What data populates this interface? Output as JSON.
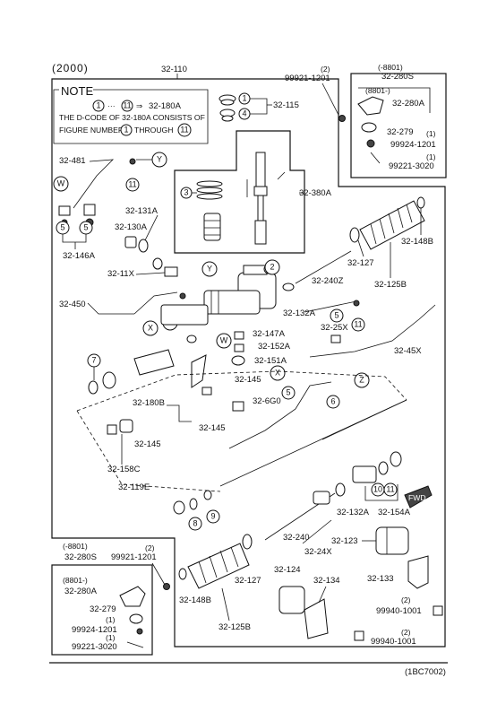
{
  "year_code": "(2000)",
  "figure_code": "(1BC7002)",
  "note": {
    "title": "NOTE",
    "line1_from": "1",
    "line1_to": "11",
    "line1_target": "32-180A",
    "line2": "THE D-CODE OF 32-180A CONSISTS OF",
    "line3_prefix": "FIGURE NUMBERS",
    "line3_mid": "THROUGH",
    "line3_start": "1",
    "line3_end": "11"
  },
  "labels": {
    "p32_110": "32-110",
    "p32_115": "32-115",
    "p32_380A": "32-380A",
    "p32_481": "32-481",
    "p32_131A": "32-131A",
    "p32_130A": "32-130A",
    "p32_146A": "32-146A",
    "p32_11X": "32-11X",
    "p32_450": "32-450",
    "p32_240Z": "32-240Z",
    "p32_132A_top": "32-132A",
    "p32_25X": "32-25X",
    "p32_147A": "32-147A",
    "p32_152A": "32-152A",
    "p32_151A": "32-151A",
    "p32_45X": "32-45X",
    "p32_145_a": "32-145",
    "p32_180B": "32-180B",
    "p32_6G0": "32-6G0",
    "p32_145_b": "32-145",
    "p32_145_c": "32-145",
    "p32_158C": "32-158C",
    "p32_119E": "32-119E",
    "p32_127_top": "32-127",
    "p32_125B_top": "32-125B",
    "p32_148B_top": "32-148B",
    "p32_132A_low": "32-132A",
    "p32_154A": "32-154A",
    "p32_240": "32-240",
    "p32_24X": "32-24X",
    "p32_123": "32-123",
    "p32_133": "32-133",
    "p32_124": "32-124",
    "p32_134": "32-134",
    "p32_127_low": "32-127",
    "p32_148B_low": "32-148B",
    "p32_125B_low": "32-125B",
    "p99940_1001_a": "99940-1001",
    "p99940_1001_b": "99940-1001",
    "qty_2_a": "(2)",
    "qty_2_b": "(2)",
    "fwd": "FWD"
  },
  "top_right_box": {
    "range": "(-8801)",
    "part": "32-280S",
    "inner_range": "(8801-)",
    "inner_part": "32-280A",
    "p32_279": "32-279",
    "qty1": "(1)",
    "p99924": "99924-1201",
    "qty2": "(1)",
    "p99221": "99221-3020",
    "ext_qty": "(2)",
    "ext_part": "99921-1201"
  },
  "bottom_left_box": {
    "range": "(-8801)",
    "part": "32-280S",
    "inner_range": "(8801-)",
    "inner_part": "32-280A",
    "p32_279": "32-279",
    "qty1": "(1)",
    "p99924": "99924-1201",
    "qty2": "(1)",
    "p99221": "99221-3020",
    "ext_qty": "(2)",
    "ext_part": "99921-1201"
  },
  "callouts": {
    "n1": "1",
    "n2": "2",
    "n3": "3",
    "n4": "4",
    "n5": "5",
    "n6": "6",
    "n7": "7",
    "n8": "8",
    "n9": "9",
    "n10": "10",
    "n11": "11",
    "W": "W",
    "X": "X",
    "Y": "Y",
    "Z": "Z"
  }
}
